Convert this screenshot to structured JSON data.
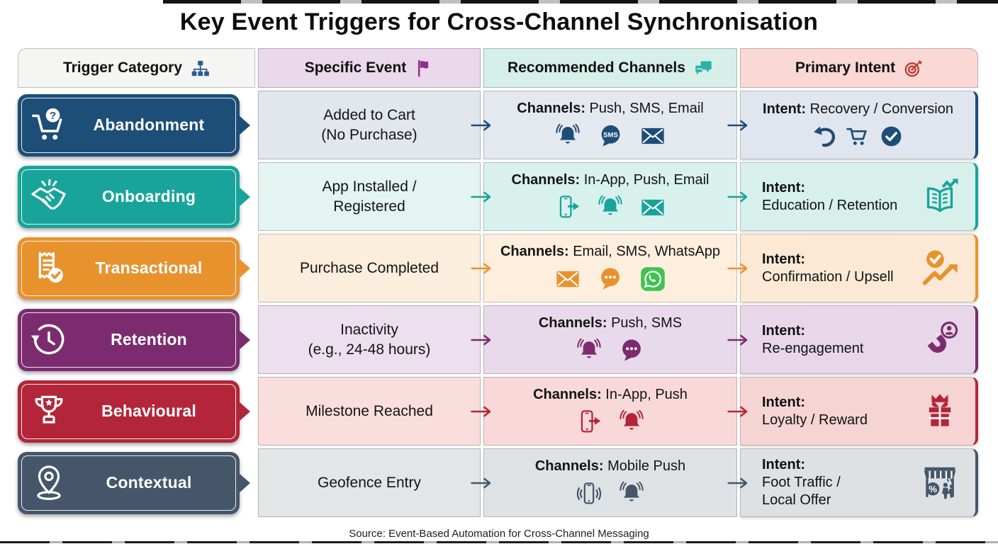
{
  "title": "Key Event Triggers for Cross-Channel Synchronisation",
  "source": "Source: Event-Based Automation for Cross-Channel Messaging",
  "header": {
    "columns": [
      {
        "label": "Trigger Category",
        "icon": "sitemap-icon",
        "bg": "#f5f5f4",
        "icon_color": "#2a5d8c"
      },
      {
        "label": "Specific Event",
        "icon": "flag-icon",
        "bg": "#ead9ea",
        "icon_color": "#8e2f8e"
      },
      {
        "label": "Recommended Channels",
        "icon": "chat-bubbles-icon",
        "bg": "#d6efe9",
        "icon_color": "#29b3a6"
      },
      {
        "label": "Primary Intent",
        "icon": "target-icon",
        "bg": "#f9d8d5",
        "icon_color": "#c0392f"
      }
    ]
  },
  "rows": [
    {
      "category": "Abandonment",
      "category_icon": "cart-question-icon",
      "event_lines": [
        "Added to Cart",
        "(No Purchase)"
      ],
      "channels": {
        "label": "Channels:",
        "value": "Push, SMS, Email",
        "icons": [
          "bell-icon",
          "sms-bubble-icon",
          "envelope-icon"
        ]
      },
      "intent": {
        "label": "Intent:",
        "value_lines": [
          "Recovery / Conversion"
        ],
        "layout": "inline",
        "icons": [
          "undo-arrow-icon",
          "cart-icon",
          "check-circle-icon"
        ]
      },
      "colors": {
        "main": "#1d4e78",
        "event_bg": "#e2e6ed",
        "channels_bg": "#e4e8ef",
        "intent_bg": "#e0e5ee"
      }
    },
    {
      "category": "Onboarding",
      "category_icon": "handshake-icon",
      "event_lines": [
        "App Installed /",
        "Registered"
      ],
      "channels": {
        "label": "Channels:",
        "value": "In-App, Push, Email",
        "icons": [
          "phone-arrow-icon",
          "bell-icon",
          "envelope-icon"
        ]
      },
      "intent": {
        "label": "Intent:",
        "value_lines": [
          "Education / Retention"
        ],
        "layout": "side",
        "icons": [
          "book-growth-icon"
        ]
      },
      "colors": {
        "main": "#18a49a",
        "event_bg": "#e3f4f1",
        "channels_bg": "#d9f1ed",
        "intent_bg": "#d8f0ec"
      }
    },
    {
      "category": "Transactional",
      "category_icon": "receipt-check-icon",
      "event_lines": [
        "Purchase Completed"
      ],
      "channels": {
        "label": "Channels:",
        "value": "Email, SMS, WhatsApp",
        "icons": [
          "envelope-icon",
          "chat-dots-icon",
          "whatsapp-icon"
        ]
      },
      "intent": {
        "label": "Intent:",
        "value_lines": [
          "Confirmation / Upsell"
        ],
        "layout": "side",
        "icons": [
          "check-growth-icon"
        ]
      },
      "colors": {
        "main": "#e8922e",
        "event_bg": "#fbeedd",
        "channels_bg": "#fdeede",
        "intent_bg": "#fbe9d6"
      }
    },
    {
      "category": "Retention",
      "category_icon": "clock-history-icon",
      "event_lines": [
        "Inactivity",
        "(e.g., 24-48 hours)"
      ],
      "channels": {
        "label": "Channels:",
        "value": "Push, SMS",
        "icons": [
          "bell-icon",
          "chat-dots-icon"
        ]
      },
      "intent": {
        "label": "Intent:",
        "value_lines": [
          "Re-engagement"
        ],
        "layout": "side",
        "icons": [
          "magnet-user-icon"
        ]
      },
      "colors": {
        "main": "#7c2c6e",
        "event_bg": "#ecdfee",
        "channels_bg": "#e9daeb",
        "intent_bg": "#e7d7e9"
      }
    },
    {
      "category": "Behavioural",
      "category_icon": "trophy-icon",
      "event_lines": [
        "Milestone Reached"
      ],
      "channels": {
        "label": "Channels:",
        "value": "In-App, Push",
        "icons": [
          "phone-arrow-icon",
          "bell-icon"
        ]
      },
      "intent": {
        "label": "Intent:",
        "value_lines": [
          "Loyalty / Reward"
        ],
        "layout": "side",
        "icons": [
          "gift-crown-icon"
        ]
      },
      "colors": {
        "main": "#b32639",
        "event_bg": "#f9dedd",
        "channels_bg": "#f8d8d8",
        "intent_bg": "#f6d4d4"
      }
    },
    {
      "category": "Contextual",
      "category_icon": "location-pin-icon",
      "event_lines": [
        "Geofence Entry"
      ],
      "channels": {
        "label": "Channels:",
        "value": "Mobile Push",
        "icons": [
          "phone-vibrate-icon",
          "bell-icon"
        ]
      },
      "intent": {
        "label": "Intent:",
        "value_lines": [
          "Foot Traffic /",
          "Local Offer"
        ],
        "layout": "side",
        "icons": [
          "storefront-offer-icon"
        ]
      },
      "colors": {
        "main": "#46566a",
        "event_bg": "#e3e5e7",
        "channels_bg": "#dfe2e5",
        "intent_bg": "#dde1e4"
      }
    }
  ],
  "colors": {
    "whatsapp_green": "#3fc351",
    "page_bg": "#ffffff"
  }
}
